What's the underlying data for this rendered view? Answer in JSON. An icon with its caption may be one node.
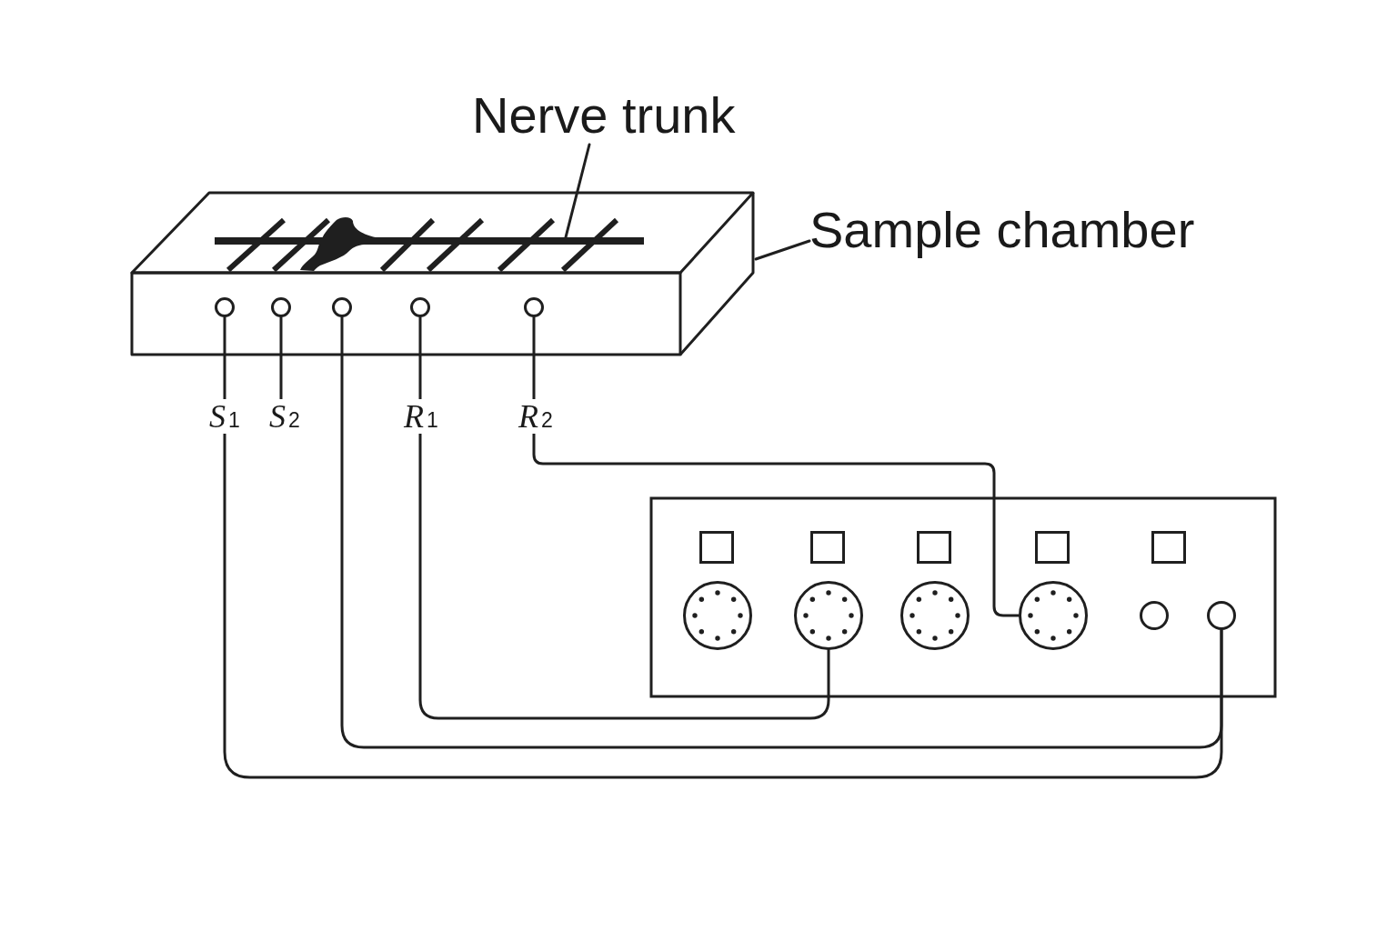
{
  "diagram": {
    "nodes": [
      {
        "text": [
          "Nerve trunk"
        ]
      },
      {
        "text": [],
        "shape": "box"
      },
      {
        "text": [],
        "shape": "bar",
        "in": 1
      },
      {
        "text": [],
        "shape": "circle",
        "in": 1
      },
      {
        "text": [],
        "shape": "circle",
        "in": 1
      },
      {
        "text": [],
        "shape": "circle",
        "in": 1
      },
      {
        "text": [],
        "shape": "circle",
        "in": 1
      },
      {
        "text": [],
        "shape": "circle",
        "in": 1
      },
      {
        "text": [
          "Sample chamber"
        ]
      },
      {
        "text": [],
        "shape": "box"
      },
      {
        "text": [],
        "shape": "circle",
        "in": 9
      },
      {
        "text": [],
        "shape": "circle",
        "in": 9
      },
      {
        "text": [],
        "shape": "circle",
        "in": 9
      }
    ],
    "edges": [
      {
        "from": 0,
        "to": 2,
        "arrow": "none"
      },
      {
        "from": 8,
        "to": 1,
        "arrow": "none"
      },
      {
        "from": 3,
        "to": 12,
        "arrow": "none",
        "label": "*S*$_{1}$"
      },
      {
        "from": 4,
        "to": null,
        "arrow": "none",
        "label": "*S*$_{2}$"
      },
      {
        "from": 5,
        "to": 12,
        "arrow": "none"
      },
      {
        "from": 6,
        "to": 10,
        "arrow": "none",
        "label": "*R*$_{1}$"
      },
      {
        "from": 7,
        "to": 11,
        "arrow": "none",
        "label": "*R*$_{2}$"
      }
    ]
  }
}
